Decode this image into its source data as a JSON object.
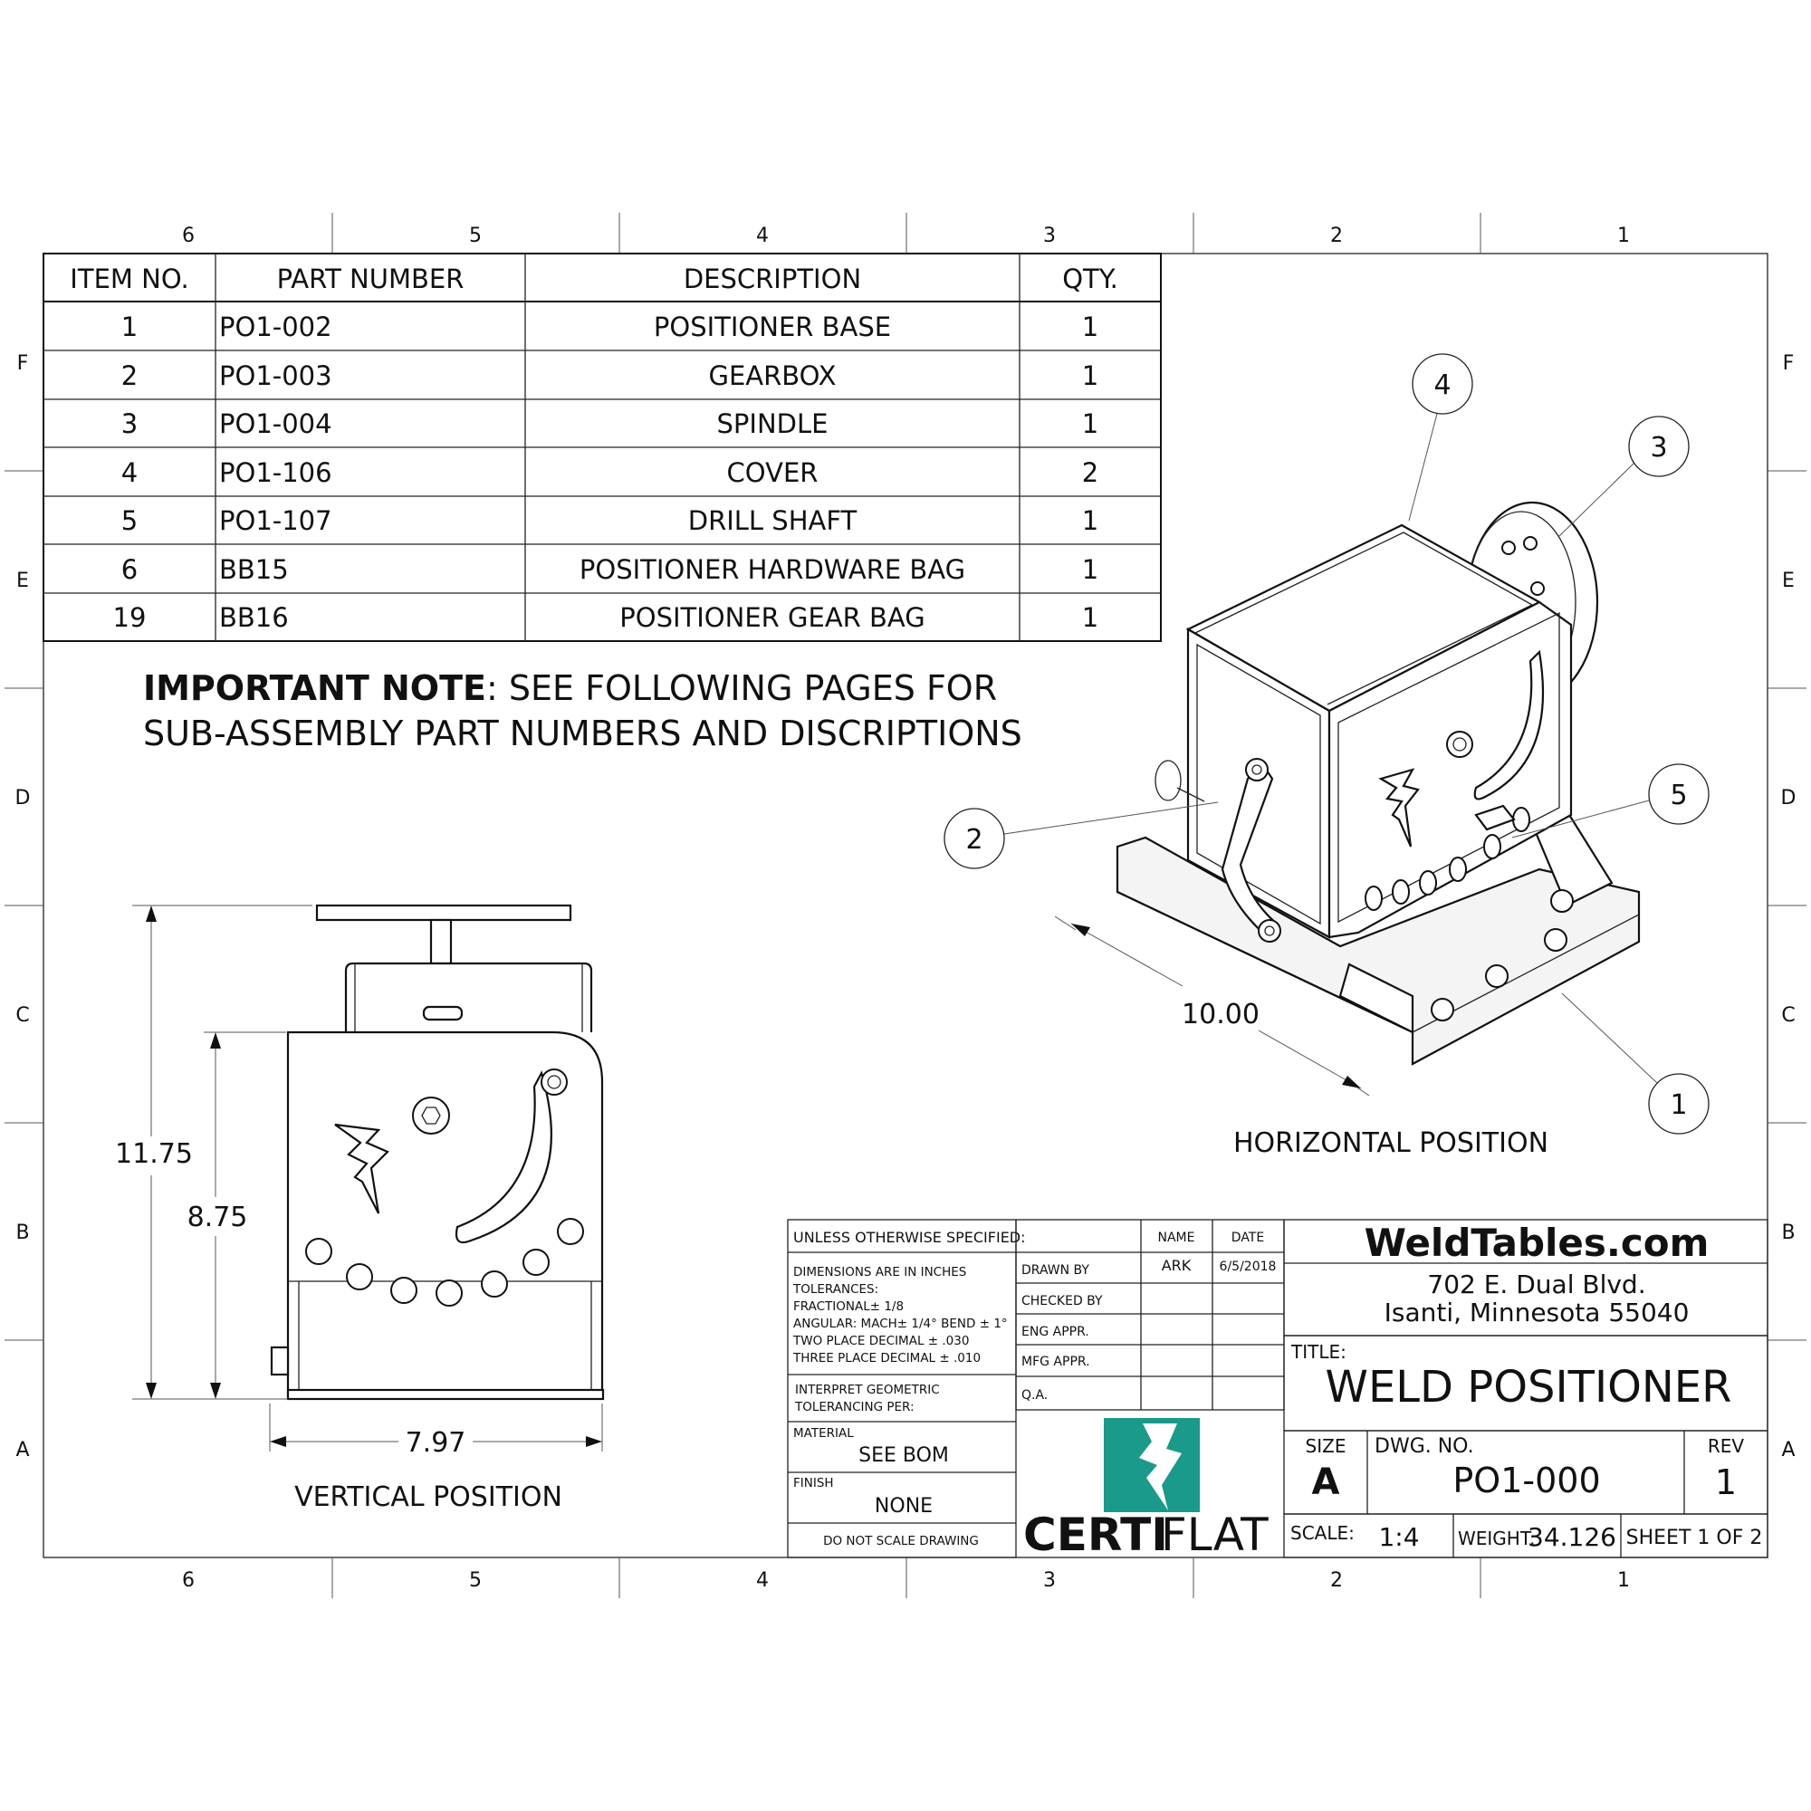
{
  "zone_columns": [
    "6",
    "5",
    "4",
    "3",
    "2",
    "1"
  ],
  "zone_rows": [
    "F",
    "E",
    "D",
    "C",
    "B",
    "A"
  ],
  "bom": {
    "headers": [
      "ITEM NO.",
      "PART NUMBER",
      "DESCRIPTION",
      "QTY."
    ],
    "rows": [
      {
        "item": "1",
        "part": "PO1-002",
        "desc": "POSITIONER BASE",
        "qty": "1"
      },
      {
        "item": "2",
        "part": "PO1-003",
        "desc": "GEARBOX",
        "qty": "1"
      },
      {
        "item": "3",
        "part": "PO1-004",
        "desc": "SPINDLE",
        "qty": "1"
      },
      {
        "item": "4",
        "part": "PO1-106",
        "desc": "COVER",
        "qty": "2"
      },
      {
        "item": "5",
        "part": "PO1-107",
        "desc": "DRILL SHAFT",
        "qty": "1"
      },
      {
        "item": "6",
        "part": "BB15",
        "desc": "POSITIONER HARDWARE BAG",
        "qty": "1"
      },
      {
        "item": "19",
        "part": "BB16",
        "desc": "POSITIONER GEAR BAG",
        "qty": "1"
      }
    ]
  },
  "note": {
    "bold": "IMPORTANT NOTE",
    "line1": ": SEE FOLLOWING PAGES FOR",
    "line2": "SUB-ASSEMBLY PART NUMBERS AND DISCRIPTIONS"
  },
  "vertical_view": {
    "dim_overall": "11.75",
    "dim_body": "8.75",
    "dim_width": "7.97",
    "caption": "VERTICAL POSITION"
  },
  "horizontal_view": {
    "dim_length": "10.00",
    "caption": "HORIZONTAL POSITION",
    "balloons": [
      "1",
      "2",
      "3",
      "4",
      "5"
    ]
  },
  "title_block": {
    "unless_specified": "UNLESS OTHERWISE SPECIFIED:",
    "dims_in_inches": "DIMENSIONS ARE IN INCHES",
    "tolerances": "TOLERANCES:",
    "fractional": "FRACTIONAL± 1/8",
    "angular": "ANGULAR: MACH± 1/4° BEND ± 1°",
    "two_place": "TWO PLACE DECIMAL    ± .030",
    "three_place": "THREE PLACE DECIMAL  ± .010",
    "interpret1": "INTERPRET GEOMETRIC",
    "interpret2": "TOLERANCING PER:",
    "material_label": "MATERIAL",
    "material_value": "SEE BOM",
    "finish_label": "FINISH",
    "finish_value": "NONE",
    "do_not_scale": "DO NOT SCALE DRAWING",
    "name_header": "NAME",
    "date_header": "DATE",
    "drawn_by_label": "DRAWN BY",
    "drawn_by_name": "ARK",
    "drawn_by_date": "6/5/2018",
    "checked_by_label": "CHECKED BY",
    "eng_appr_label": "ENG APPR.",
    "mfg_appr_label": "MFG APPR.",
    "qa_label": "Q.A.",
    "logo_certi": "CERTI",
    "logo_flat": "FLAT",
    "company": "WeldTables.com",
    "address1": "702 E. Dual Blvd.",
    "address2": "Isanti, Minnesota 55040",
    "title_label": "TITLE:",
    "title_value": "WELD POSITIONER",
    "size_label": "SIZE",
    "size_value": "A",
    "dwg_no_label": "DWG.  NO.",
    "dwg_no_value": "PO1-000",
    "rev_label": "REV",
    "rev_value": "1",
    "scale_label": "SCALE:",
    "scale_value": "1:4",
    "weight_label": "WEIGHT:",
    "weight_value": "34.126",
    "sheet": "SHEET 1 OF 2"
  },
  "colors": {
    "logo_teal": "#1a9a8a",
    "ink": "#111111"
  }
}
